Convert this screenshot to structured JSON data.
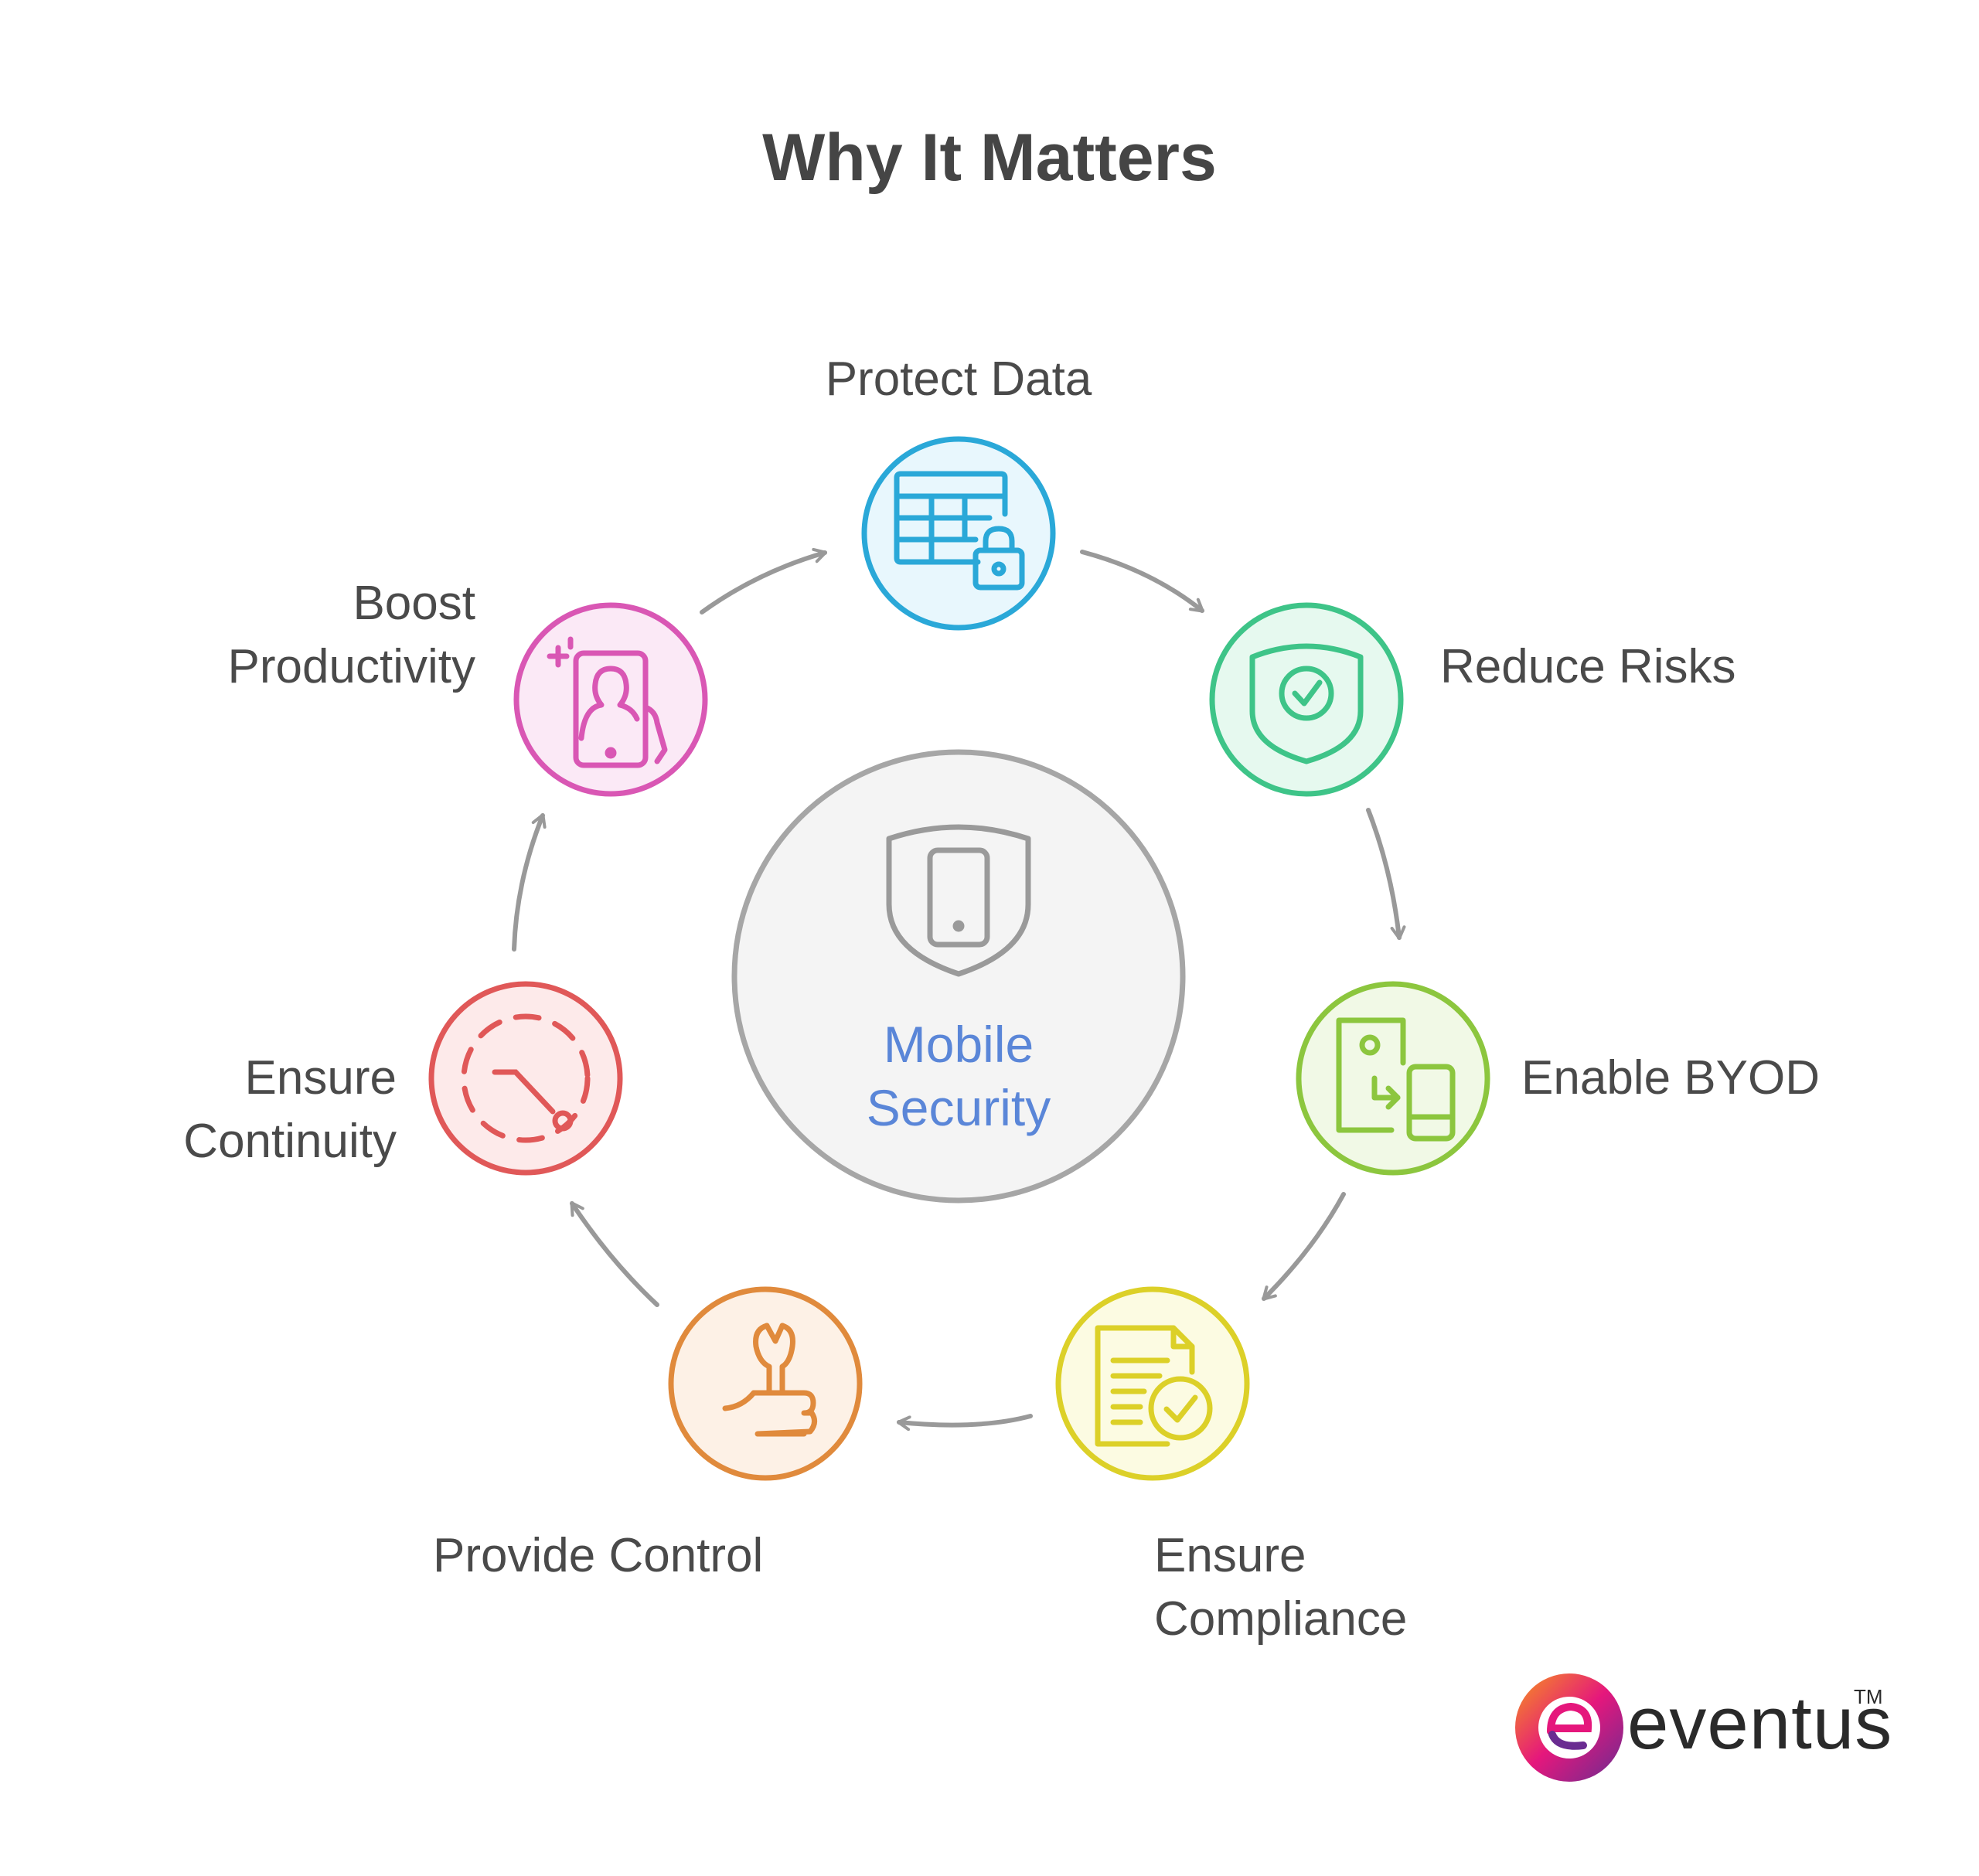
{
  "title": "Why It Matters",
  "center": {
    "line1": "Mobile",
    "line2": "Security",
    "color": "#5a86d8"
  },
  "nodes": [
    {
      "id": "protect-data",
      "lines": [
        "Protect Data"
      ],
      "color": "#2aa8d8",
      "fill": "#e8f7fd",
      "icon": "table-lock-icon"
    },
    {
      "id": "reduce-risks",
      "lines": [
        "Reduce Risks"
      ],
      "color": "#3ec488",
      "fill": "#e6f9ef",
      "icon": "shield-check-icon"
    },
    {
      "id": "enable-byod",
      "lines": [
        "Enable BYOD"
      ],
      "color": "#8cc63e",
      "fill": "#f1f9e6",
      "icon": "device-transfer-icon"
    },
    {
      "id": "ensure-compliance",
      "lines": [
        "Ensure",
        "Compliance"
      ],
      "color": "#dcd028",
      "fill": "#fcfbe2",
      "icon": "document-check-icon"
    },
    {
      "id": "provide-control",
      "lines": [
        "Provide Control"
      ],
      "color": "#e08a3c",
      "fill": "#fdf1e6",
      "icon": "wrench-thumbs-up-icon"
    },
    {
      "id": "ensure-continuity",
      "lines": [
        "Ensure",
        "Continuity"
      ],
      "color": "#e05858",
      "fill": "#fdeaea",
      "icon": "dashed-circle-icon"
    },
    {
      "id": "boost-productivity",
      "lines": [
        "Boost",
        "Productivity"
      ],
      "color": "#d957b4",
      "fill": "#fbe9f6",
      "icon": "phone-user-icon"
    }
  ],
  "logo": {
    "text": "eventus",
    "tm": "TM"
  }
}
